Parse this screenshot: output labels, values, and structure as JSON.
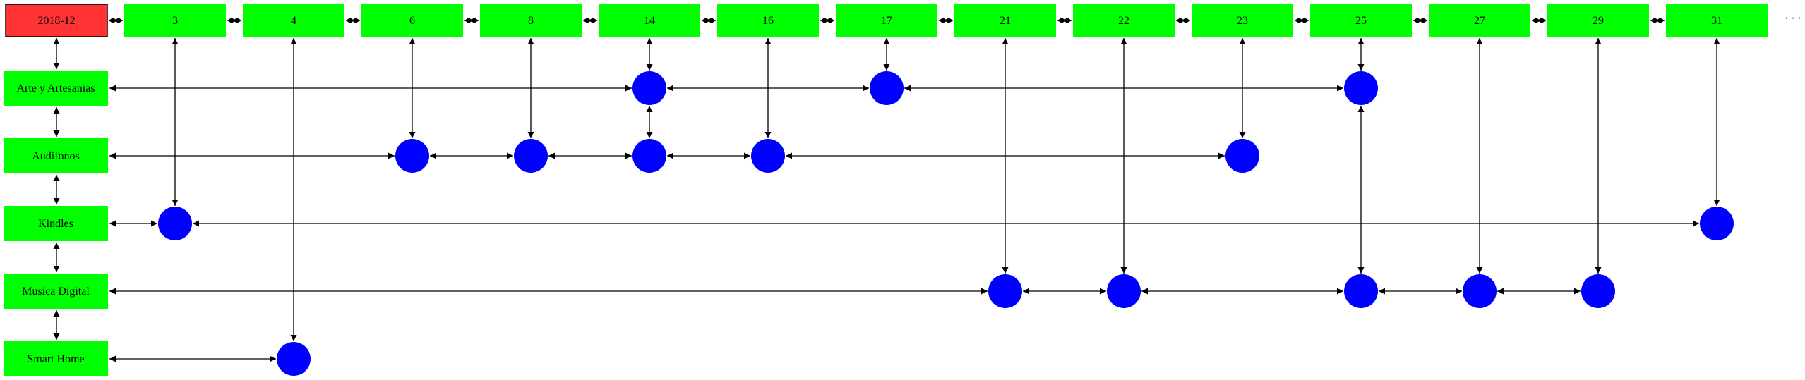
{
  "header": {
    "month_label": "2018-12",
    "month_color": "#ff3333",
    "days": [
      "3",
      "4",
      "6",
      "8",
      "14",
      "16",
      "17",
      "21",
      "22",
      "23",
      "25",
      "27",
      "29",
      "31"
    ],
    "ellipsis": "· · ·"
  },
  "categories": [
    "Arte y Artesanias",
    "Audifonos",
    "Kindles",
    "Musica Digital",
    "Smart Home"
  ],
  "events": {
    "Arte y Artesanias": [
      "14",
      "17",
      "25"
    ],
    "Audifonos": [
      "6",
      "8",
      "14",
      "16",
      "23"
    ],
    "Kindles": [
      "3",
      "31"
    ],
    "Musica Digital": [
      "21",
      "22",
      "25",
      "27",
      "29"
    ],
    "Smart Home": [
      "4"
    ]
  },
  "colors": {
    "box": "#00ff00",
    "node": "#0000ff",
    "edge": "#000000"
  }
}
